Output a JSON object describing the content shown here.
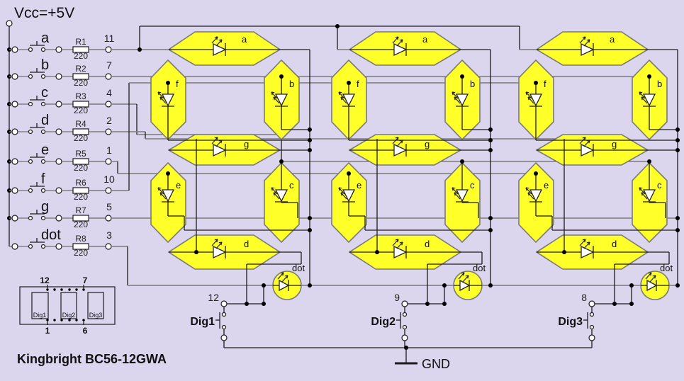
{
  "colors": {
    "background": "#DBD5EE",
    "segment_yellow": "#FFFF29",
    "wire_gray": "#7B7B7B",
    "wire_black": "#1C1C1C"
  },
  "vcc": {
    "label": "Vcc=+5V"
  },
  "gnd": {
    "label": "GND"
  },
  "title": "Kingbright BC56-12GWA",
  "rows": [
    {
      "label": "a",
      "resistor": "R1",
      "value": "220",
      "pin": "11"
    },
    {
      "label": "b",
      "resistor": "R2",
      "value": "220",
      "pin": "7"
    },
    {
      "label": "c",
      "resistor": "R3",
      "value": "220",
      "pin": "4"
    },
    {
      "label": "d",
      "resistor": "R4",
      "value": "220",
      "pin": "2"
    },
    {
      "label": "e",
      "resistor": "R5",
      "value": "220",
      "pin": "1"
    },
    {
      "label": "f",
      "resistor": "R6",
      "value": "220",
      "pin": "10"
    },
    {
      "label": "g",
      "resistor": "R7",
      "value": "220",
      "pin": "5"
    },
    {
      "label": "dot",
      "resistor": "R8",
      "value": "220",
      "pin": "3"
    }
  ],
  "digits": [
    {
      "name": "Dig1",
      "pin": "12",
      "segments": [
        "a",
        "f",
        "b",
        "g",
        "e",
        "c",
        "d",
        "dot"
      ]
    },
    {
      "name": "Dig2",
      "pin": "9",
      "segments": [
        "a",
        "f",
        "b",
        "g",
        "e",
        "c",
        "d",
        "dot"
      ]
    },
    {
      "name": "Dig3",
      "pin": "8",
      "segments": [
        "a",
        "f",
        "b",
        "g",
        "e",
        "c",
        "d",
        "dot"
      ]
    }
  ],
  "package": {
    "pin_top_left": "12",
    "pin_top_right": "7",
    "pin_bottom_left": "1",
    "pin_bottom_right": "6",
    "digit_labels": [
      "Dig1",
      "Dig2",
      "Dig3"
    ]
  }
}
